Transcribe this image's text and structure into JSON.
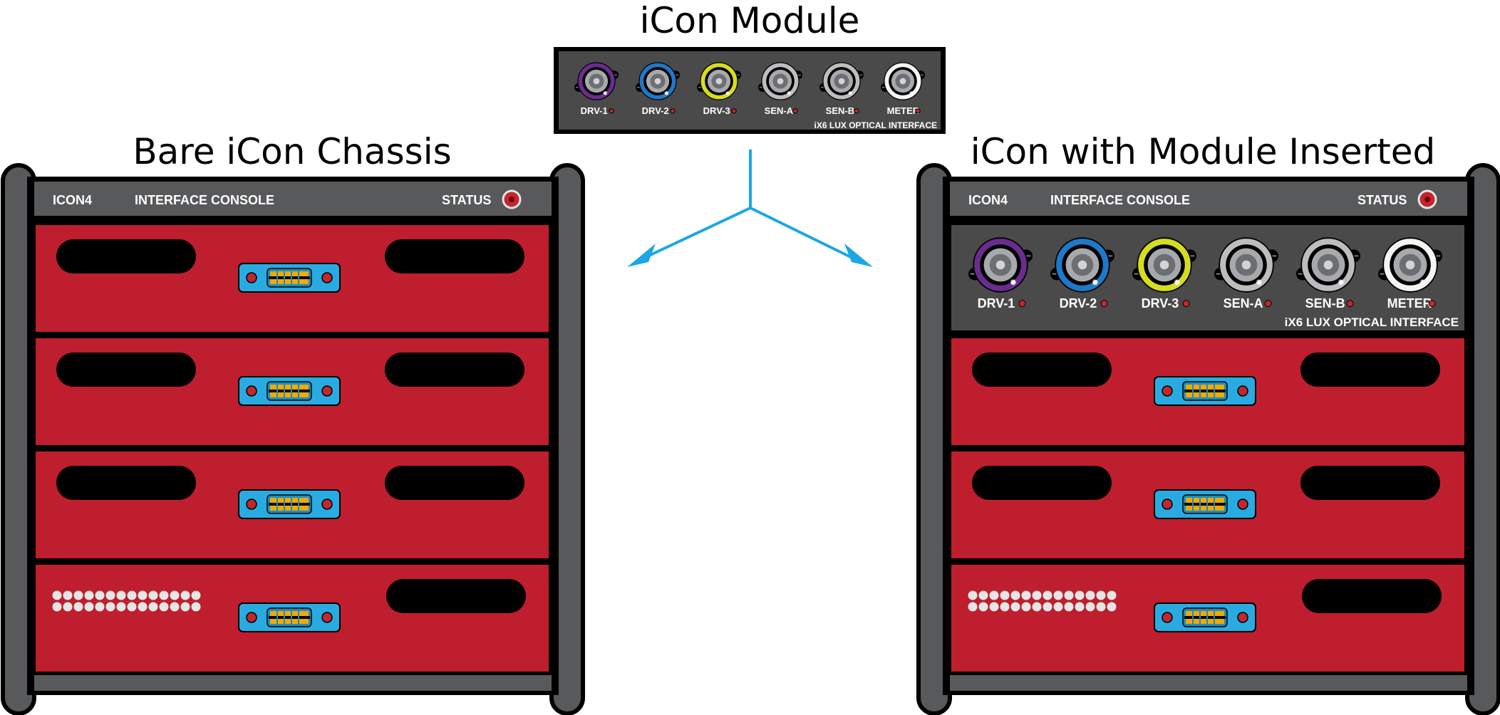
{
  "titles": {
    "module": "iCon Module",
    "bare": "Bare iCon Chassis",
    "inserted": "iCon with Module Inserted"
  },
  "chassis": {
    "model": "ICON4",
    "name": "INTERFACE CONSOLE",
    "status": "STATUS"
  },
  "module": {
    "name": "iX6 LUX OPTICAL INTERFACE",
    "ports": [
      {
        "label": "DRV-1",
        "color": "#6a2c8f"
      },
      {
        "label": "DRV-2",
        "color": "#1f78c8"
      },
      {
        "label": "DRV-3",
        "color": "#d6dd1e"
      },
      {
        "label": "SEN-A",
        "color": "#bdbdbd"
      },
      {
        "label": "SEN-B",
        "color": "#bdbdbd"
      },
      {
        "label": "METER",
        "color": "#f4f4f4"
      }
    ]
  },
  "colors": {
    "rack": "#58595b",
    "slot": "#be1e2d",
    "connector": "#29abe2",
    "arrow": "#1aa7e6",
    "led": "#c1272d"
  }
}
